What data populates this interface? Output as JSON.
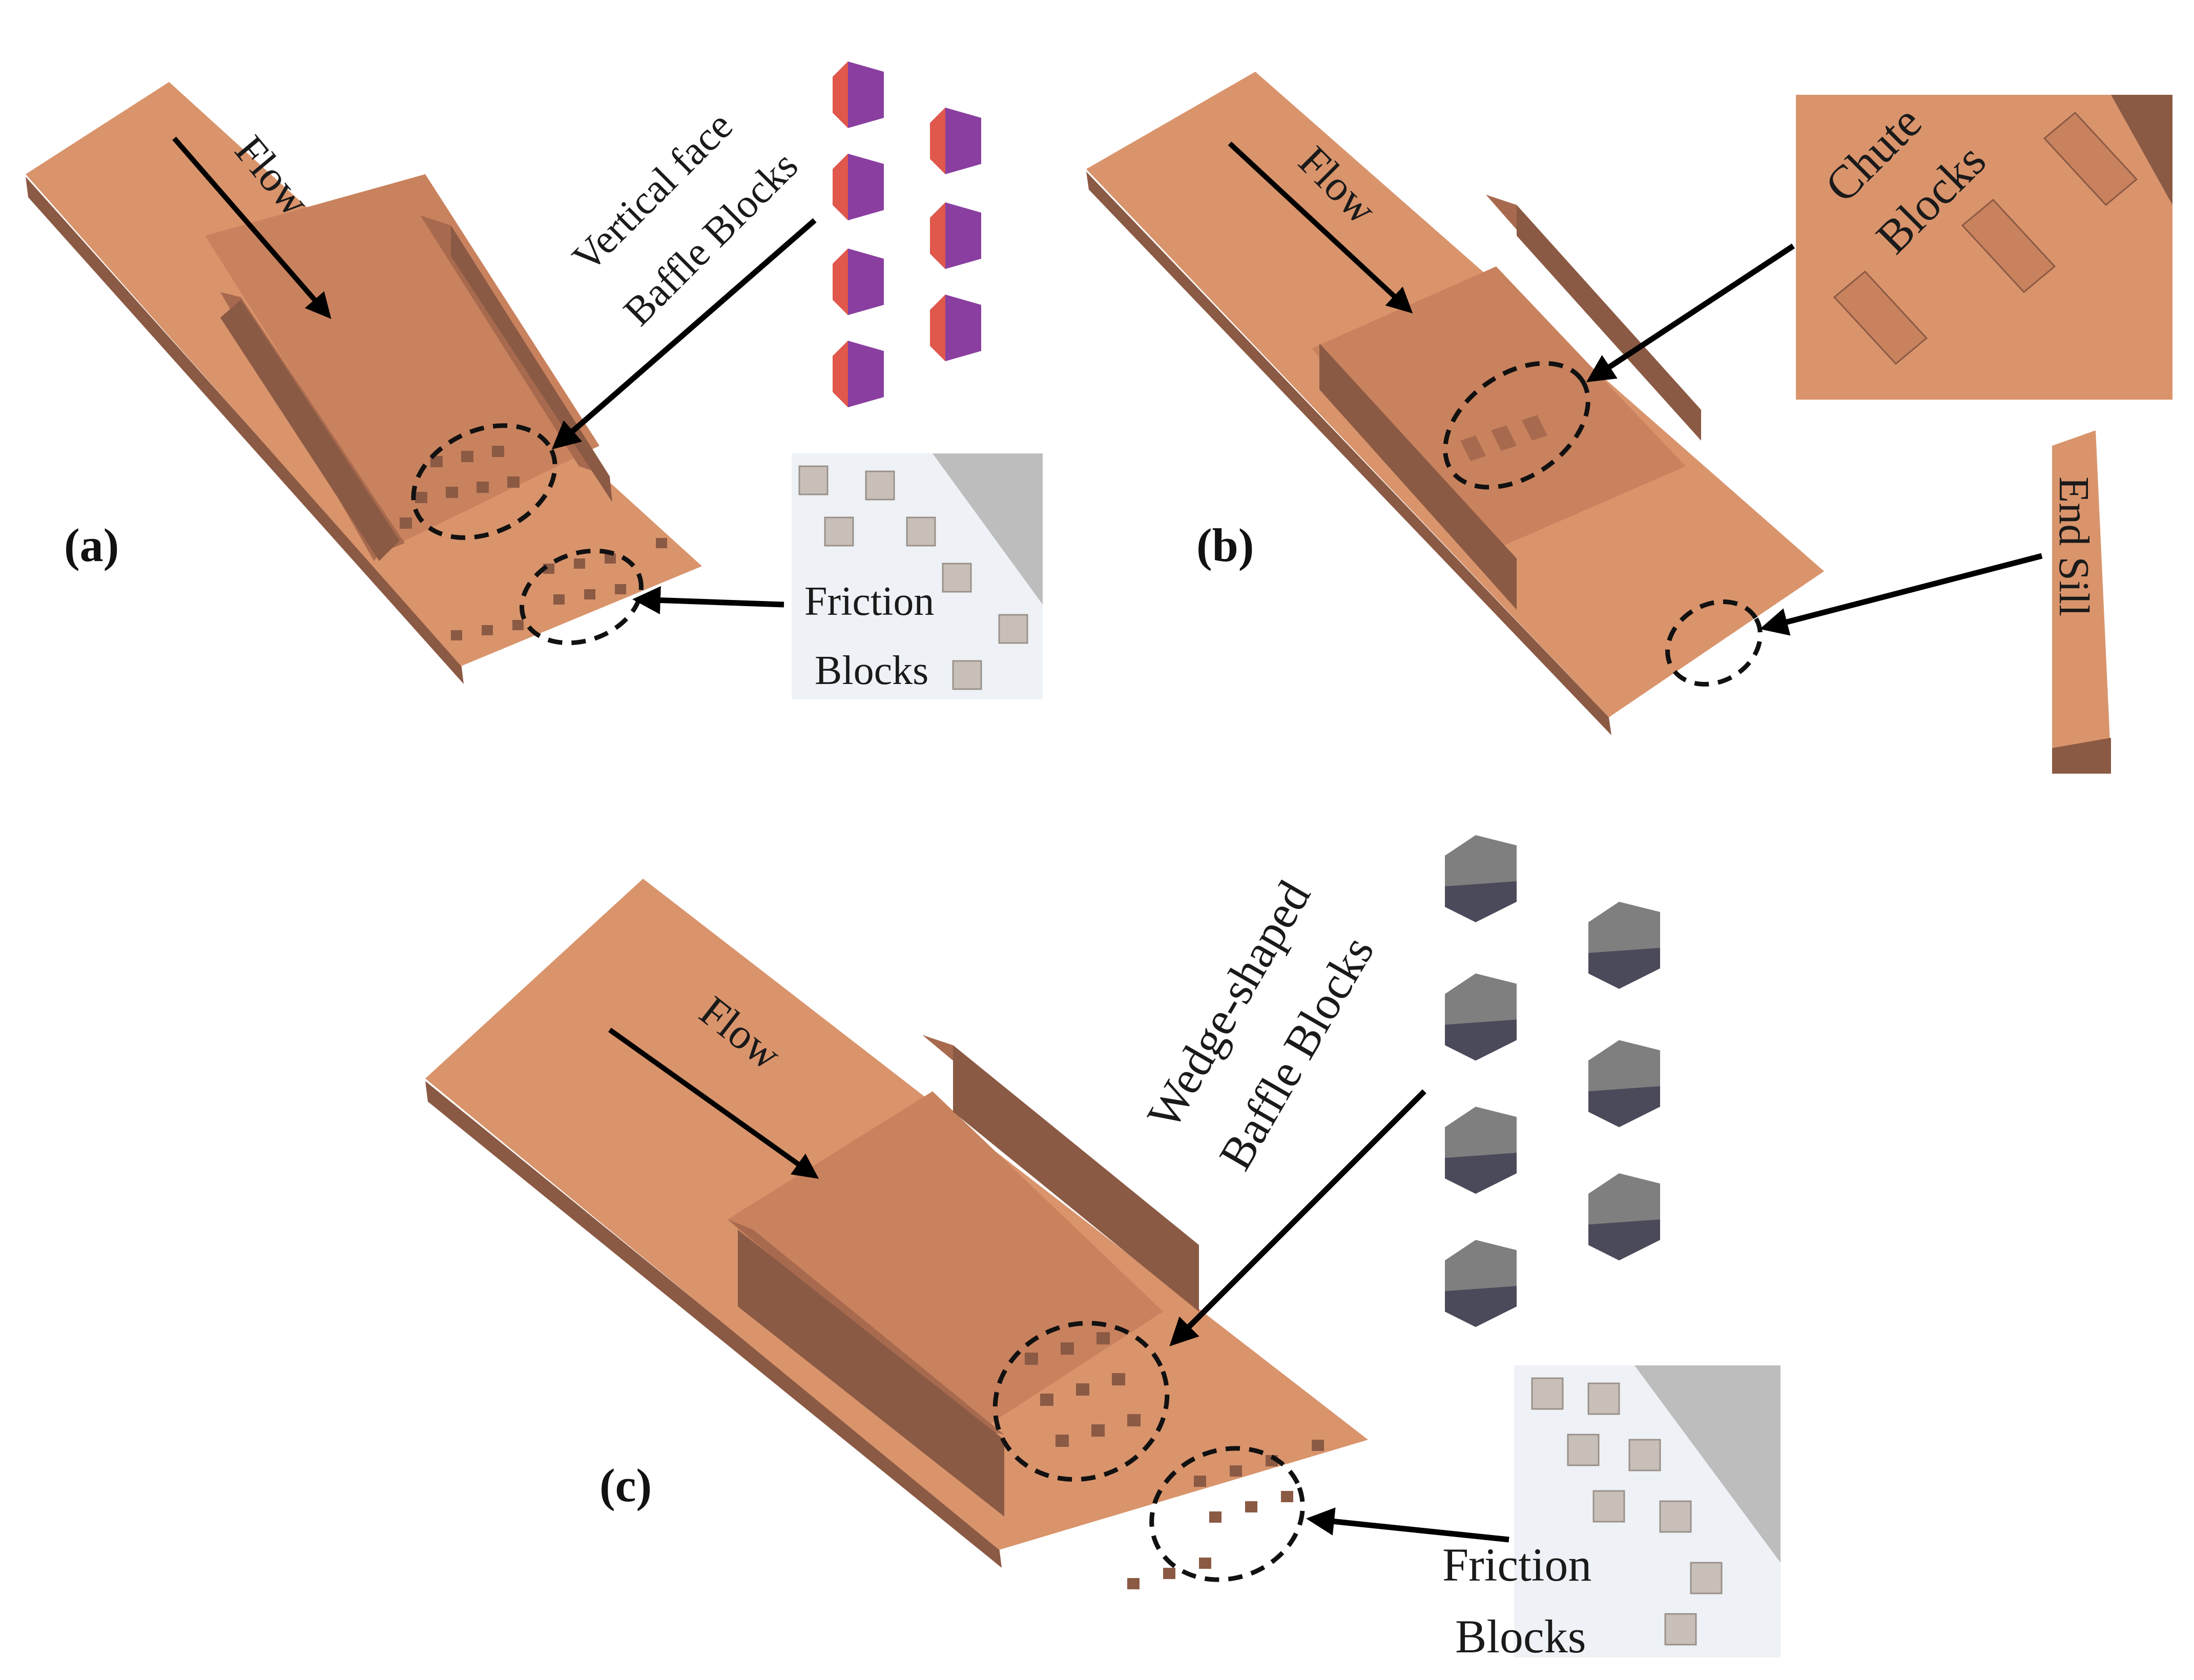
{
  "panels": {
    "a": {
      "label": "(a)",
      "flow": "Flow",
      "baffle_label_line1": "Vertical face",
      "baffle_label_line2": "Baffle Blocks",
      "friction_label_line1": "Friction",
      "friction_label_line2": "Blocks"
    },
    "b": {
      "label": "(b)",
      "flow": "Flow",
      "chute_label_line1": "Chute",
      "chute_label_line2": "Blocks",
      "endsill_label": "End Sill"
    },
    "c": {
      "label": "(c)",
      "flow": "Flow",
      "baffle_label_line1": "Wedge-shaped",
      "baffle_label_line2": "Baffle Blocks",
      "friction_label_line1": "Friction",
      "friction_label_line2": "Blocks"
    }
  },
  "colors": {
    "model_top": "#D9946C",
    "model_side": "#8B5A44",
    "vertical_block_red": "#E0574B",
    "vertical_block_purple": "#8A3FA0",
    "wedge_block_top": "#7F7F7F",
    "wedge_block_side": "#4A4A5A",
    "friction_inset_bg": "#EEF2F6"
  }
}
